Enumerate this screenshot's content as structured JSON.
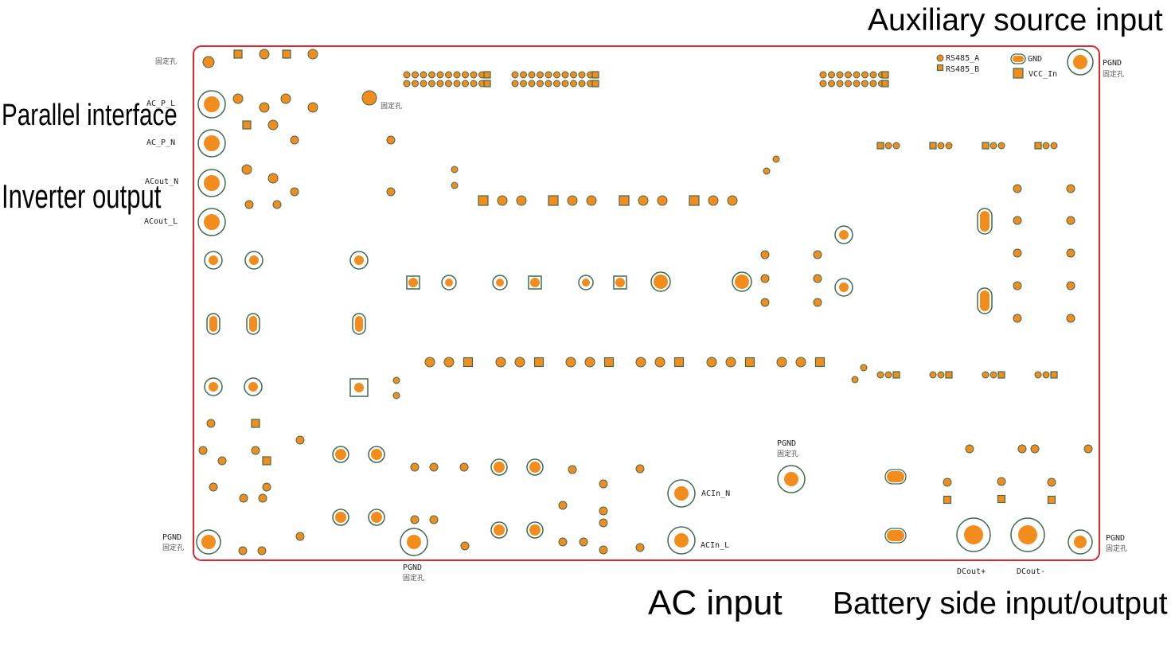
{
  "titles": {
    "aux": "Auxiliary source input",
    "parallel": "Parallel interface",
    "inverter": "Inverter output",
    "ac_input": "AC input",
    "battery": "Battery side input/output"
  },
  "labels": {
    "hole_tl": "固定孔",
    "hole_mid": "固定孔",
    "ac_p_l": "AC_P_L",
    "ac_p_n": "AC_P_N",
    "acout_n": "ACout_N",
    "acout_l": "ACout_L",
    "rs485_a": "RS485_A",
    "rs485_b": "RS485_B",
    "gnd": "GND",
    "vcc_in": "VCC_In",
    "pgnd_tr": "PGND",
    "hole_tr": "固定孔",
    "pgnd_bl": "PGND",
    "hole_bl": "固定孔",
    "pgnd_bm": "PGND",
    "hole_bm": "固定孔",
    "pgnd_mid": "PGND",
    "hole_midr": "固定孔",
    "acin_n": "ACIn_N",
    "acin_l": "ACIn_L",
    "pgnd_br": "PGND",
    "hole_br": "固定孔",
    "dcout_p": "DCout+",
    "dcout_m": "DCout-"
  },
  "colors": {
    "board_outline": "#e0282e",
    "pad_fill": "#f28c1c",
    "ring": "#3d6b4f"
  }
}
